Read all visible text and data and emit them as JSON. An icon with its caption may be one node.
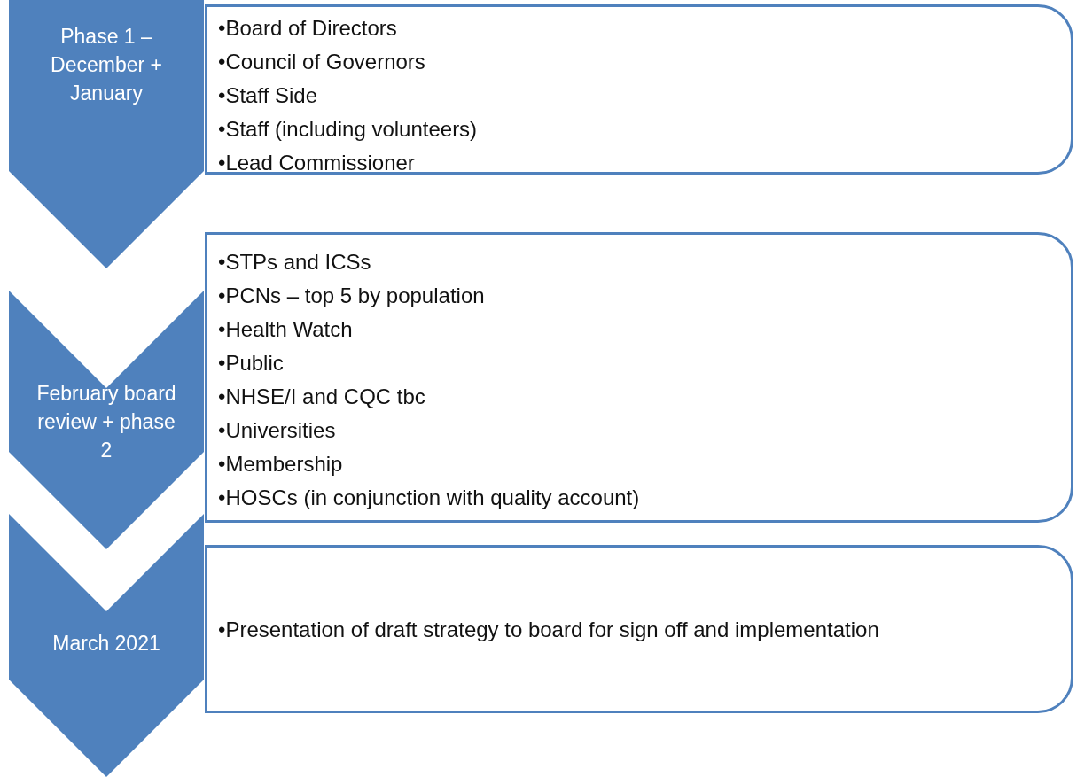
{
  "diagram": {
    "nodes": [
      {
        "text": [
          "Phase 1 – December + January"
        ]
      },
      {
        "text": [
          "•Board of Directors",
          "•Council of Governors",
          "•Staff Side",
          "•Staff (including volunteers)",
          "•Lead Commissioner"
        ]
      },
      {
        "text": [
          "February board review + phase 2"
        ]
      },
      {
        "text": [
          "•STPs and ICSs",
          "•PCNs – top 5 by population",
          "•Health Watch",
          "•Public",
          "•NHSE/I and CQC tbc",
          "•Universities",
          "•Membership",
          "•HOSCs (in conjunction with quality account)"
        ]
      },
      {
        "text": [
          "March 2021"
        ]
      },
      {
        "text": [
          "•Presentation of draft strategy to board for sign off and implementation"
        ]
      }
    ],
    "edges": []
  }
}
